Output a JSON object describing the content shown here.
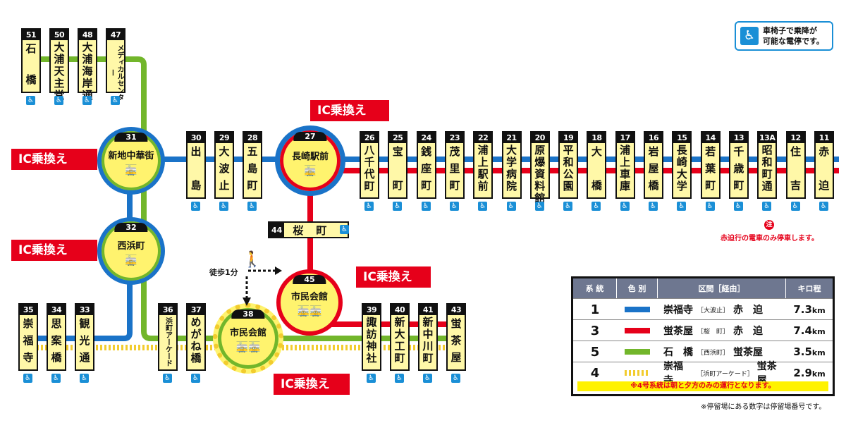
{
  "colors": {
    "route1": "#1a73c8",
    "route3": "#e6001a",
    "route5": "#72b62b",
    "route4": "#f2cc2e",
    "stop_bg": "#fff8a8",
    "hub_fill": "#fff36e"
  },
  "wheelchair_notice": "車椅子で乗降が\n可能な電停です。",
  "ic_label": "IC乗換え",
  "walk_label": "徒歩1分",
  "note_13a": "赤迫行の電車のみ停車します。",
  "note_13a_mark": "注",
  "footer": "※停留場にある数字は停留場番号です。",
  "hubs": {
    "h31": {
      "num": "31",
      "name": "新地中華街"
    },
    "h32": {
      "num": "32",
      "name": "西浜町"
    },
    "h27": {
      "num": "27",
      "name": "長崎駅前"
    },
    "h45": {
      "num": "45",
      "name": "市民会館"
    },
    "h38": {
      "num": "38",
      "name": "市民会館"
    }
  },
  "sakura": {
    "num": "44",
    "name": "桜町"
  },
  "stops_top_left": [
    {
      "num": "51",
      "name": "石橋"
    },
    {
      "num": "50",
      "name": "大浦天主堂"
    },
    {
      "num": "48",
      "name": "大浦海岸通"
    },
    {
      "num": "47",
      "name": "メディカルセンター"
    }
  ],
  "stops_mid": [
    {
      "num": "30",
      "name": "出島"
    },
    {
      "num": "29",
      "name": "大波止"
    },
    {
      "num": "28",
      "name": "五島町"
    }
  ],
  "stops_right": [
    {
      "num": "26",
      "name": "八千代町"
    },
    {
      "num": "25",
      "name": "宝町"
    },
    {
      "num": "24",
      "name": "銭座町"
    },
    {
      "num": "23",
      "name": "茂里町"
    },
    {
      "num": "22",
      "name": "浦上駅前"
    },
    {
      "num": "21",
      "name": "大学病院"
    },
    {
      "num": "20",
      "name": "原爆資料館"
    },
    {
      "num": "19",
      "name": "平和公園"
    },
    {
      "num": "18",
      "name": "大橋"
    },
    {
      "num": "17",
      "name": "浦上車庫"
    },
    {
      "num": "16",
      "name": "岩屋橋"
    },
    {
      "num": "15",
      "name": "長崎大学"
    },
    {
      "num": "14",
      "name": "若葉町"
    },
    {
      "num": "13",
      "name": "千歳町"
    },
    {
      "num": "13A",
      "name": "昭和町通"
    },
    {
      "num": "12",
      "name": "住吉"
    },
    {
      "num": "11",
      "name": "赤迫"
    }
  ],
  "stops_bottom_left": [
    {
      "num": "35",
      "name": "崇福寺"
    },
    {
      "num": "34",
      "name": "思案橋"
    },
    {
      "num": "33",
      "name": "観光通"
    }
  ],
  "stops_bottom_mid": [
    {
      "num": "36",
      "name": "浜町アーケード"
    },
    {
      "num": "37",
      "name": "めがね橋"
    }
  ],
  "stops_bottom_right": [
    {
      "num": "39",
      "name": "諏訪神社"
    },
    {
      "num": "40",
      "name": "新大工町"
    },
    {
      "num": "41",
      "name": "新中川町"
    },
    {
      "num": "43",
      "name": "蛍茶屋"
    }
  ],
  "legend": {
    "headers": [
      "系 統",
      "色 別",
      "区間［経由］",
      "キロ程"
    ],
    "rows": [
      {
        "system": "1",
        "from": "崇福寺",
        "via": "［大波止］",
        "to": "赤　迫",
        "km": "7.3",
        "color": "#1a73c8",
        "dashed": false
      },
      {
        "system": "3",
        "from": "蛍茶屋",
        "via": "［桜　町］",
        "to": "赤　迫",
        "km": "7.4",
        "color": "#e6001a",
        "dashed": false
      },
      {
        "system": "5",
        "from": "石　橋",
        "via": "［西浜町］",
        "to": "蛍茶屋",
        "km": "3.5",
        "color": "#72b62b",
        "dashed": false
      },
      {
        "system": "4",
        "from": "崇福寺",
        "via": "［浜町アーケード］",
        "to": "蛍茶屋",
        "km": "2.9",
        "color": "#f2cc2e",
        "dashed": true
      }
    ],
    "km_unit": "km",
    "note": "※4号系統は朝と夕方のみの運行となります。"
  }
}
